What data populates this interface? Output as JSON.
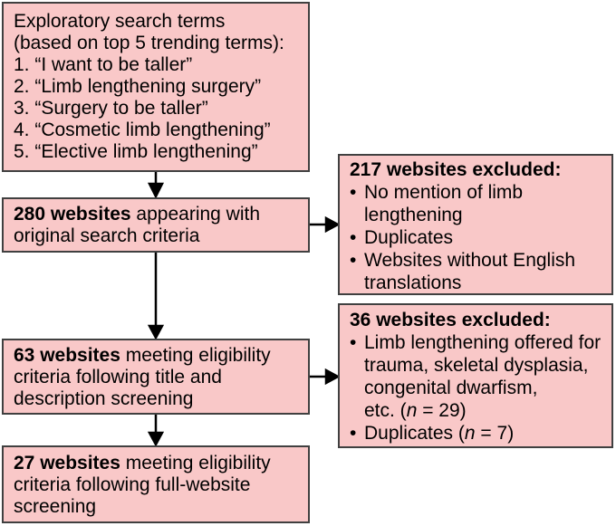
{
  "figure": {
    "title": "Website screening flow diagram",
    "bullet": "•",
    "colors": {
      "box_fill": "#f9c8c8",
      "box_border": "#404040",
      "arrow": "#000000",
      "text": "#000000",
      "background": "#ffffff"
    }
  },
  "flow": {
    "search_terms": {
      "lines": [
        {
          "a": "Exploratory search terms"
        },
        {
          "a": "(based on top 5 trending terms):"
        },
        {
          "a": "1. “I want to be taller”"
        },
        {
          "a": "2. “Limb lengthening surgery”"
        },
        {
          "a": "3. “Surgery to be taller”"
        },
        {
          "a": "4. “Cosmetic limb lengthening”"
        },
        {
          "a": "5. “Elective limb lengthening”"
        }
      ]
    },
    "results_280": {
      "lines": [
        {
          "b": "280 websites",
          "a": " appearing with"
        },
        {
          "a": "original search criteria"
        }
      ]
    },
    "excluded_217": {
      "title": "217 websites excluded:",
      "bullets": [
        {
          "lines": [
            {
              "a": "No mention of limb"
            },
            {
              "a": "lengthening"
            }
          ]
        },
        {
          "lines": [
            {
              "a": "Duplicates"
            }
          ]
        },
        {
          "lines": [
            {
              "a": "Websites without English"
            },
            {
              "a": "translations"
            }
          ]
        }
      ]
    },
    "eligible_63": {
      "lines": [
        {
          "b": "63 websites",
          "a": " meeting eligibility"
        },
        {
          "a": "criteria following title and"
        },
        {
          "a": "description screening"
        }
      ]
    },
    "excluded_36": {
      "title": "36 websites excluded:",
      "bullets": [
        {
          "lines": [
            {
              "a": "Limb lengthening offered for"
            },
            {
              "a": "trauma, skeletal dysplasia,"
            },
            {
              "a": "congenital dwarfism,"
            },
            {
              "a": "etc. (",
              "i": "n",
              "c": " = 29)"
            }
          ]
        },
        {
          "lines": [
            {
              "a": "Duplicates (",
              "i": "n",
              "c": " = 7)"
            }
          ]
        }
      ]
    },
    "eligible_27": {
      "lines": [
        {
          "b": "27 websites",
          "a": " meeting eligibility"
        },
        {
          "a": "criteria following full-website"
        },
        {
          "a": "screening"
        }
      ]
    }
  }
}
